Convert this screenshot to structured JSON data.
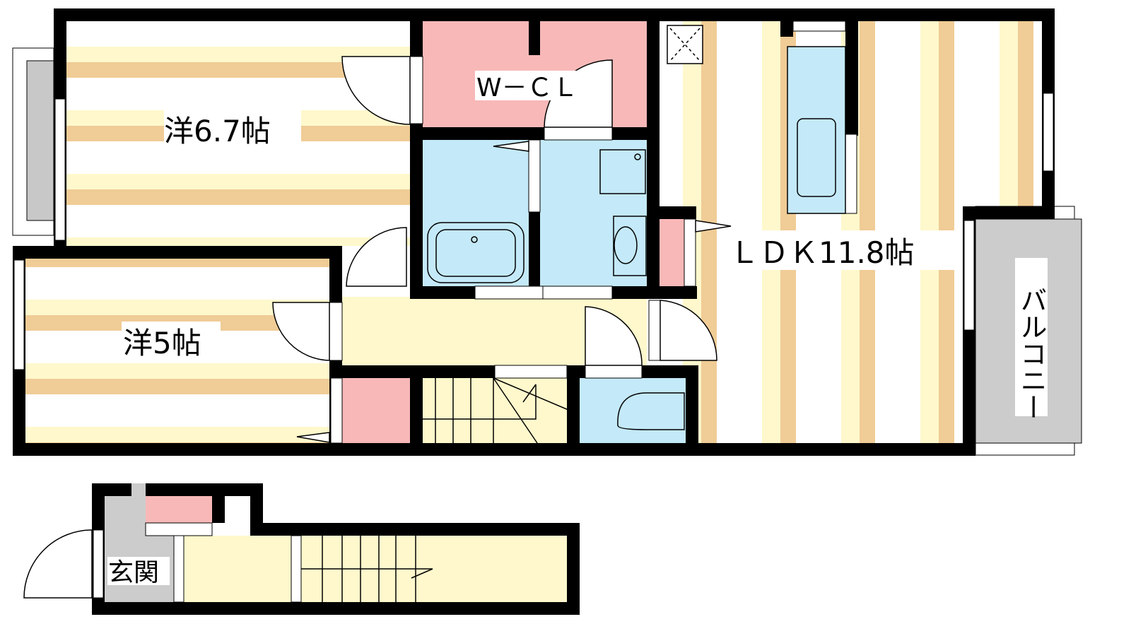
{
  "rooms": {
    "western_1": {
      "label": "洋6.7帖"
    },
    "walk_in_closet": {
      "label": "W－ＣＬ"
    },
    "ldk": {
      "label": "ＬＤＫ11.8帖"
    },
    "western_2": {
      "label": "洋5帖"
    },
    "balcony": {
      "label": "バルコニー"
    },
    "entrance": {
      "label": "玄関"
    }
  },
  "colors": {
    "wall": "#000000",
    "wet_area": "#c4e9f8",
    "storage": "#f8b8b8",
    "hall": "#fef8cc",
    "floor_stripe": "#f0cc96",
    "balcony": "#cccccc"
  }
}
